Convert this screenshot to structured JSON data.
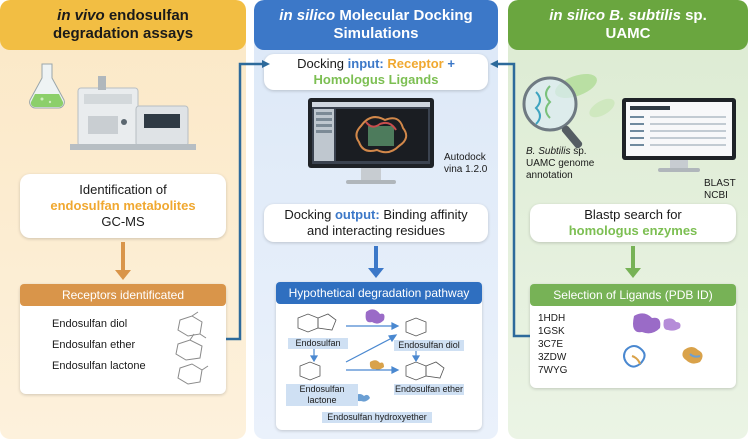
{
  "left": {
    "header_italic": "in vivo",
    "header_rest": " endosulfan",
    "header_line2": "degradation assays",
    "card_line1": "Identification of",
    "card_highlight": "endosulfan metabolites",
    "card_line3": "GC-MS",
    "receptors_title": "Receptors identificated",
    "receptors": [
      "Endosulfan diol",
      "Endosulfan ether",
      "Endosulfan lactone"
    ]
  },
  "middle": {
    "header_italic": "in silico",
    "header_rest": " Molecular Docking",
    "header_line2": "Simulations",
    "input_prefix": "Docking ",
    "input_word": "input:",
    "input_receptor": " Receptor",
    "input_plus": " +",
    "input_ligands": "Homologus Ligands",
    "software_line1": "Autodock",
    "software_line2": "vina 1.2.0",
    "output_prefix": "Docking ",
    "output_word": "output:",
    "output_rest": " Binding affinity",
    "output_line2": "and interacting residues",
    "pathway_title": "Hypothetical degradation pathway",
    "pathway": {
      "endosulfan": "Endosulfan",
      "diol": "Endosulfan diol",
      "lactone": "Endosulfan lactone",
      "ether": "Endosulfan ether",
      "hydroxyether": "Endosulfan hydroxyether"
    }
  },
  "right": {
    "header_italic": "in silico B. subtilis",
    "header_rest": " sp.",
    "header_line2": "UAMC",
    "genome_italic": "B. Subtilis",
    "genome_rest": " sp.",
    "genome_line2": "UAMC genome",
    "genome_line3": "annotation",
    "blast_line1": "BLAST",
    "blast_line2": "NCBI",
    "search_line1": "Blastp search for",
    "search_highlight": "homologus enzymes",
    "ligands_title": "Selection of Ligands (PDB ID)",
    "ligands": [
      "1HDH",
      "1GSK",
      "3C7E",
      "3ZDW",
      "7WYG"
    ]
  },
  "colors": {
    "orange_header": "#f2be43",
    "blue_header": "#3c78c8",
    "green_header": "#6aa63f",
    "orange_bar": "#d9954a",
    "blue_bar": "#2f6fc0",
    "green_bar": "#77b256",
    "arrow": "#2d6a9b"
  }
}
